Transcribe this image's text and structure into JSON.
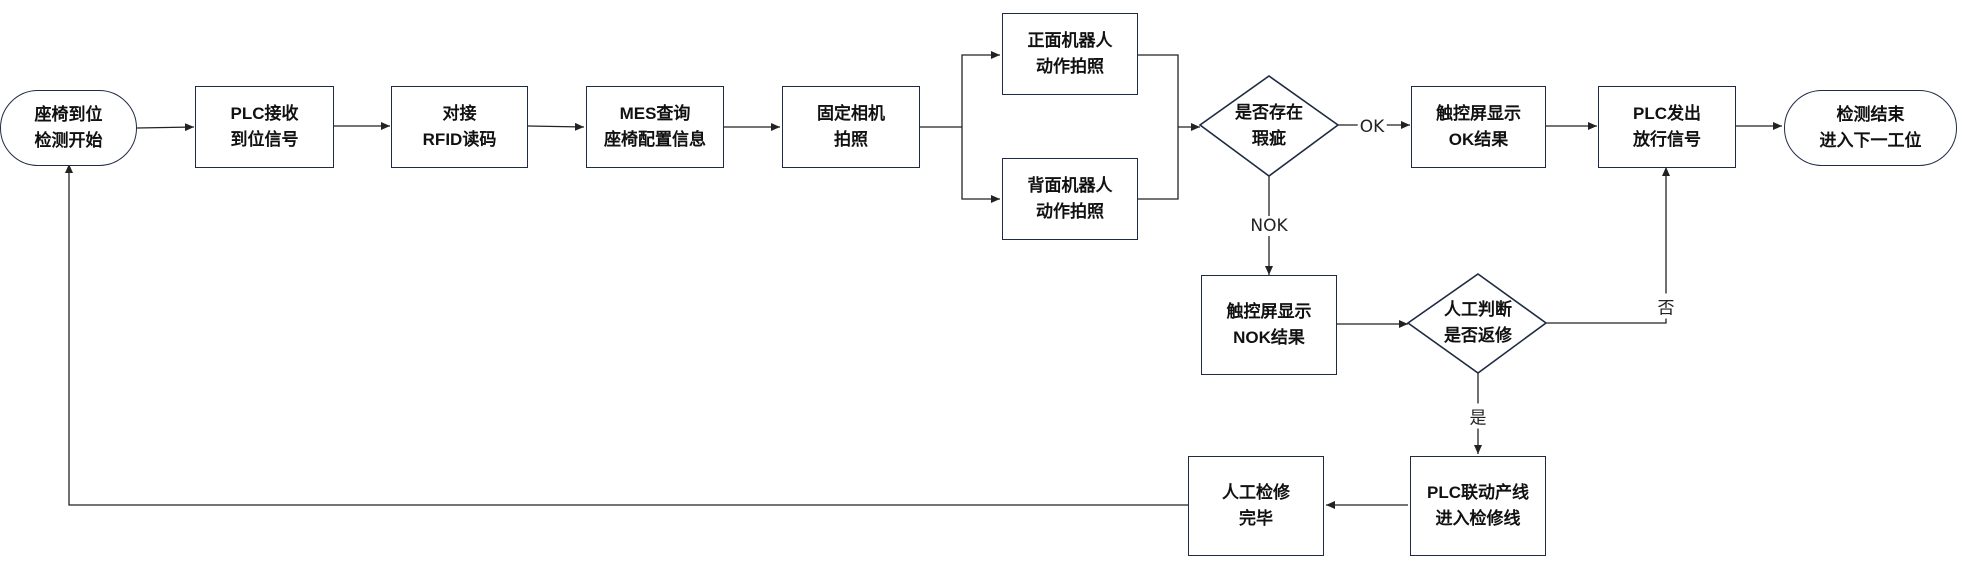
{
  "diagram": {
    "nodes": {
      "start": "座椅到位\n检测开始",
      "plc_receive": "PLC接收\n到位信号",
      "rfid": "对接\nRFID读码",
      "mes": "MES查询\n座椅配置信息",
      "fixed_camera": "固定相机\n拍照",
      "front_robot": "正面机器人\n动作拍照",
      "back_robot": "背面机器人\n动作拍照",
      "defect_check": "是否存在\n瑕疵",
      "ok_display": "触控屏显示\nOK结果",
      "plc_release": "PLC发出\n放行信号",
      "end": "检测结束\n进入下一工位",
      "nok_display": "触控屏显示\nNOK结果",
      "manual_judge": "人工判断\n是否返修",
      "plc_repair_line": "PLC联动产线\n进入检修线",
      "manual_repair": "人工检修\n完毕"
    },
    "edge_labels": {
      "ok": "OK",
      "nok": "NOK",
      "no": "否",
      "yes": "是"
    }
  }
}
